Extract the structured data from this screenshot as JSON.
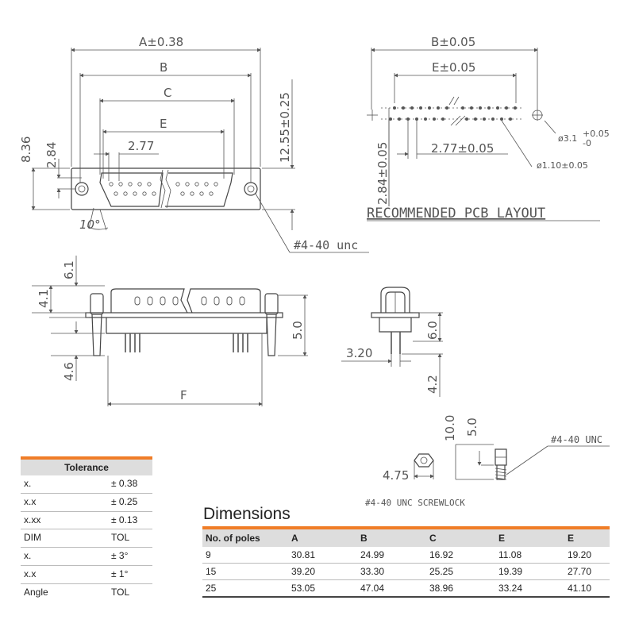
{
  "drawing": {
    "dim_A": "A±0.38",
    "dim_B": "B",
    "dim_C": "C",
    "dim_E": "E",
    "dim_277": "2.77",
    "dim_836": "8.36",
    "dim_284": "2.84",
    "dim_1255": "12.55±0.25",
    "dim_10deg": "10°",
    "dim_440": "#4-40 unc",
    "pcb_B": "B±0.05",
    "pcb_E": "E±0.05",
    "pcb_277": "2.77±0.05",
    "pcb_284": "2.84±0.05",
    "pcb_hole1": "ø3.1",
    "pcb_tol_plus": "+0.05",
    "pcb_tol_minus": "-0",
    "pcb_hole2": "ø1.10±0.05",
    "pcb_title": "RECOMMENDED PCB LAYOUT",
    "side_61": "6.1",
    "side_41": "4.1",
    "side_46": "4.6",
    "side_50": "5.0",
    "side_F": "F",
    "end_60": "6.0",
    "end_320": "3.20",
    "end_42": "4.2",
    "sl_100": "10.0",
    "sl_50": "5.0",
    "sl_475": "4.75",
    "sl_440": "#4-40 UNC",
    "sl_caption": "#4-40 UNC SCREWLOCK"
  },
  "tolerance": {
    "title": "Tolerance",
    "rows": [
      [
        "x.",
        "± 0.38"
      ],
      [
        "x.x",
        "± 0.25"
      ],
      [
        "x.xx",
        "± 0.13"
      ],
      [
        "DIM",
        "TOL"
      ],
      [
        "x.",
        "± 3°"
      ],
      [
        "x.x",
        "± 1°"
      ],
      [
        "Angle",
        "TOL"
      ]
    ]
  },
  "dimensions": {
    "title": "Dimensions",
    "headers": [
      "No. of poles",
      "A",
      "B",
      "C",
      "E",
      "E"
    ],
    "rows": [
      [
        "9",
        "30.81",
        "24.99",
        "16.92",
        "11.08",
        "19.20"
      ],
      [
        "15",
        "39.20",
        "33.30",
        "25.25",
        "19.39",
        "27.70"
      ],
      [
        "25",
        "53.05",
        "47.04",
        "38.96",
        "33.24",
        "41.10"
      ]
    ]
  },
  "colors": {
    "accent": "#f07d27",
    "header_bg": "#dddddd",
    "line": "#555555"
  }
}
